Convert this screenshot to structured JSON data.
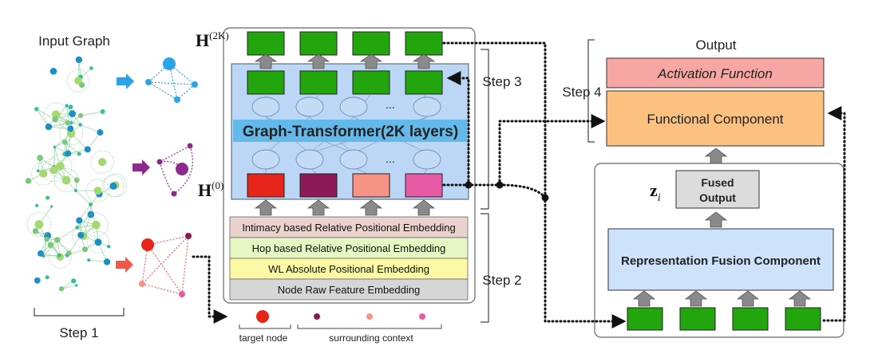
{
  "labels": {
    "input_graph": "Input Graph",
    "step1": "Step 1",
    "step2": "Step 2",
    "step3": "Step 3",
    "step4": "Step 4",
    "output": "Output",
    "target_node": "target node",
    "surrounding_context": "surrounding context",
    "h_top": "H",
    "h_top_sup": "(2K)",
    "h_bottom": "H",
    "h_bottom_sup": "(0)",
    "ellipsis": "..."
  },
  "transformer": {
    "title": "Graph-Transformer(2K layers)"
  },
  "embeddings": [
    {
      "label": "Intimacy based Relative Positional Embedding",
      "color": "#ead3cf"
    },
    {
      "label": "Hop based Relative Positional Embedding",
      "color": "#e6f7c4"
    },
    {
      "label": "WL Absolute Positional Embedding",
      "color": "#fbf8a6"
    },
    {
      "label": "Node Raw Feature Embedding",
      "color": "#d6d6d6"
    }
  ],
  "output_module": {
    "activation": "Activation Function",
    "functional": "Functional Component",
    "fused_line1": "Fused",
    "fused_line2": "Output",
    "z_symbol": "z",
    "z_sub": "i",
    "fusion": "Representation Fusion Component"
  },
  "colors": {
    "green": "#22a50d",
    "input_red": "#e8251b",
    "input_purple": "#8c1a56",
    "input_salmon": "#f79384",
    "input_pink": "#e65aa6",
    "transformer_bg": "#bcd7f5",
    "transformer_band": "#5fb7ea",
    "activation": "#f6a7a3",
    "functional": "#fcc07f",
    "fusion": "#cde2fb",
    "fused": "#dcdcdc",
    "graph_teal": "#2fb6b3",
    "graph_green": "#7cc77b",
    "arrow_blue": "#2aa3e8",
    "arrow_purple": "#8d2a8e",
    "arrow_red": "#ef5a4b"
  }
}
